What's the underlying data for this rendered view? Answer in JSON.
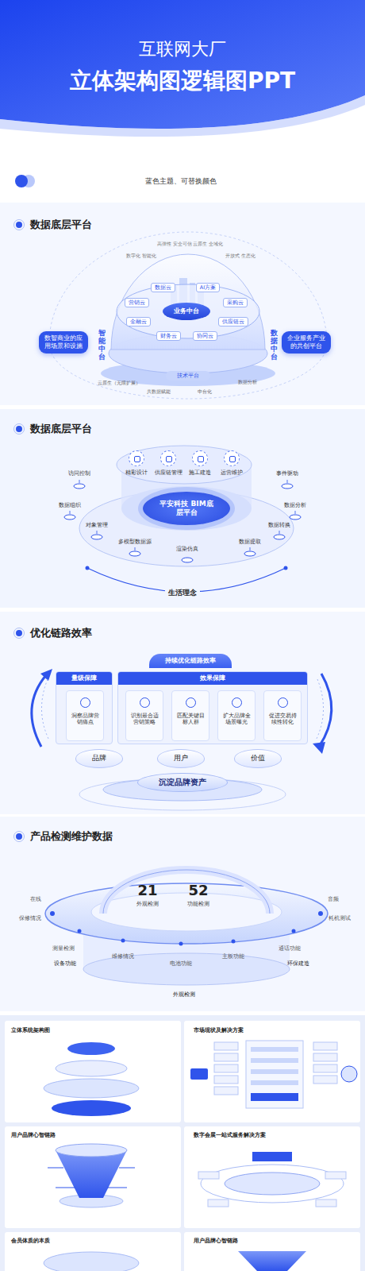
{
  "diagram": {
    "title": "立体架构图逻辑图PPT",
    "nodes": [
      {
        "text": [
          "数智商业的应用场景和设施"
        ]
      },
      {
        "text": [
          "企业服务产业的共创平台"
        ]
      },
      {
        "text": [
          "业务中台"
        ]
      },
      {
        "text": [
          "数据云"
        ]
      },
      {
        "text": [
          "AI方案"
        ]
      },
      {
        "text": [
          "营销云"
        ]
      },
      {
        "text": [
          "采购云"
        ]
      },
      {
        "text": [
          "金融云"
        ]
      },
      {
        "text": [
          "供应链云"
        ]
      },
      {
        "text": [
          "财务云"
        ]
      },
      {
        "text": [
          "协同云"
        ]
      },
      {
        "text": [
          "技术平台"
        ]
      },
      {
        "text": [
          "精彩设计"
        ]
      },
      {
        "text": [
          "供应链管理"
        ]
      },
      {
        "text": [
          "施工建造"
        ]
      },
      {
        "text": [
          "运营维护"
        ]
      },
      {
        "text": [
          "平安科技 BIM底层平台"
        ]
      },
      {
        "text": [
          "持续优化链路效率"
        ]
      },
      {
        "text": [
          "量级保障"
        ]
      },
      {
        "text": [
          "效果保障"
        ]
      },
      {
        "text": [
          "洞察品牌营销痛点"
        ],
        "in": 18
      },
      {
        "text": [
          "识别最合适营销策略"
        ],
        "in": 19
      },
      {
        "text": [
          "匹配关键目标人群"
        ],
        "in": 19
      },
      {
        "text": [
          "扩大品牌全场景曝光"
        ],
        "in": 19
      },
      {
        "text": [
          "促进交易持续性转化"
        ],
        "in": 19
      },
      {
        "text": [
          "品牌"
        ]
      },
      {
        "text": [
          "用户"
        ]
      },
      {
        "text": [
          "价值"
        ]
      },
      {
        "text": [
          "沉淀品牌资产"
        ]
      }
    ],
    "labels": [
      "互联网大厂",
      "蓝色主题、可替换颜色",
      "数据底层平台",
      "数字化 智能化",
      "高弹性 安全可信",
      "云原生 全域化",
      "开放式 生态化",
      "智能中台",
      "数据中台",
      "云原生（无限扩展）",
      "共数据赋能",
      "中台化",
      "数据分析",
      "数据底层平台",
      "访问控制",
      "事件驱动",
      "数据组织",
      "数据分析",
      "对象管理",
      "数据转换",
      "多模型数据源",
      "数据提取",
      "渲染仿真",
      "生活理念",
      "优化链路效率",
      "产品检测维护数据",
      "21",
      "外观检测",
      "52",
      "功能检测",
      "在线",
      "保修情况",
      "测量检测",
      "设备功能",
      "维修情况",
      "电池功能",
      "主板功能",
      "通话功能",
      "环保建造",
      "音频",
      "耗机测试",
      "外观检测",
      "立体系统架构图",
      "市场现状及解决方案",
      "用户品牌心智链路",
      "数字会展一站式服务解决方案",
      "会员体质的本质",
      "用户品牌心智链路"
    ]
  }
}
